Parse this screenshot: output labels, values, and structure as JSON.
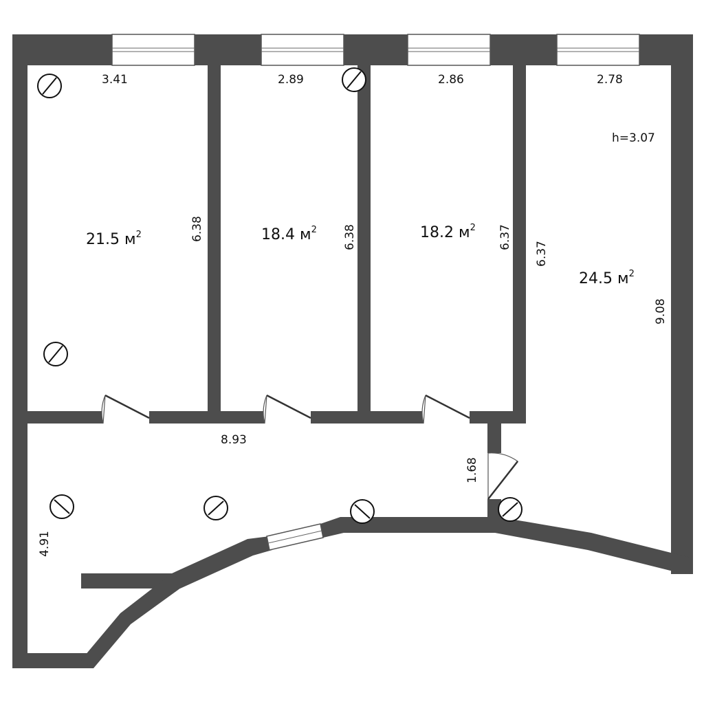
{
  "rooms": [
    {
      "area": "21.5 м",
      "sup": "2"
    },
    {
      "area": "18.4 м",
      "sup": "2"
    },
    {
      "area": "18.2 м",
      "sup": "2"
    },
    {
      "area": "24.5 м",
      "sup": "2"
    }
  ],
  "dimensions": {
    "room1_width": "3.41",
    "room2_width": "2.89",
    "room3_width": "2.86",
    "room4_width": "2.78",
    "room1_length": "6.38",
    "room2_length": "6.38",
    "room3_length": "6.37",
    "room4_length_left": "6.37",
    "room4_length_right": "9.08",
    "ceiling_height": "h=3.07",
    "corridor_length": "8.93",
    "corridor_door_width": "1.68",
    "hall_depth": "4.91"
  }
}
